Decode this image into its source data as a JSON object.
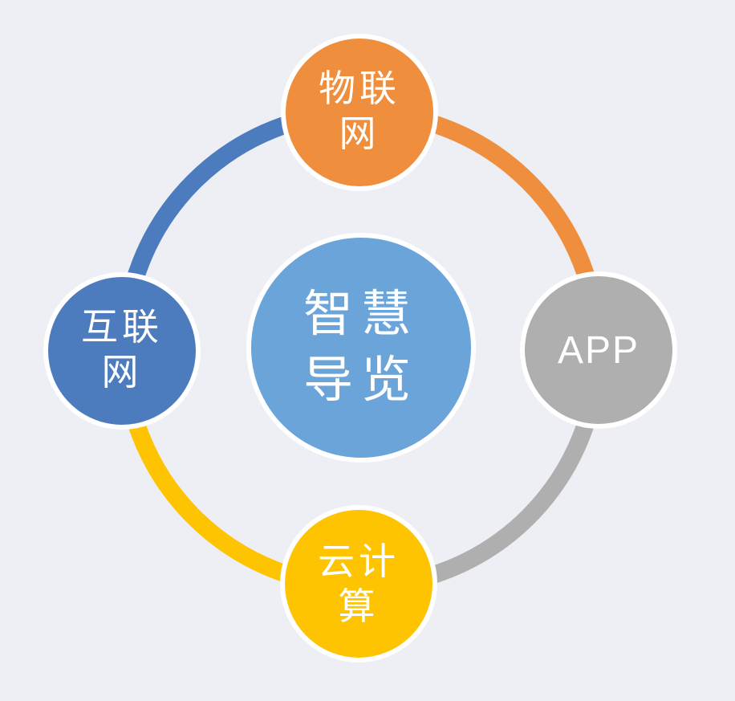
{
  "background_color": "#EDEFF4",
  "diagram": {
    "type": "cycle",
    "center": {
      "label": "智慧导览",
      "line1": "智慧",
      "line2": "导览",
      "color": "#6BA4D9",
      "text_color": "#FFFFFF"
    },
    "nodes": {
      "top": {
        "label": "物联网",
        "line1": "物联",
        "line2": "网",
        "color": "#EF8E3C"
      },
      "right": {
        "label": "APP",
        "line1": "APP",
        "line2": "",
        "color": "#AFAFAF"
      },
      "bottom": {
        "label": "云计算",
        "line1": "云计",
        "line2": "算",
        "color": "#FEC402"
      },
      "left": {
        "label": "互联网",
        "line1": "互联",
        "line2": "网",
        "color": "#4C7CBE"
      }
    },
    "ring": {
      "arc_top_left_color": "#4C7CBE",
      "arc_top_right_color": "#EF8E3C",
      "arc_bottom_right_color": "#AFAFAF",
      "arc_bottom_left_color": "#FEC402"
    }
  }
}
